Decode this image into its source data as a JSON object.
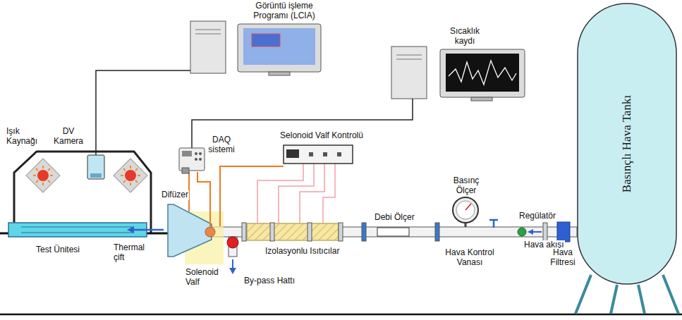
{
  "diagram": {
    "nodes": [
      {
        "text": [
          "Görüntü işleme Programı (LCIA)"
        ]
      },
      {
        "text": [
          "Sıcaklık kaydı"
        ]
      },
      {
        "text": [
          "Basınçlı Hava Tankı"
        ]
      },
      {
        "text": [
          "DV Kamera"
        ]
      },
      {
        "text": [
          "DAQ sistemi"
        ]
      },
      {
        "text": [
          "Selonoid Valf Kontrolü"
        ]
      }
    ],
    "edges": [
      {
        "from": 0,
        "to": 3,
        "arrow": "none"
      },
      {
        "from": 1,
        "to": 4,
        "arrow": "none"
      }
    ],
    "labels": [
      "Işık Kaynağı",
      "Difüzer",
      "Izolasyonlu Isıtıcılar",
      "Debi Ölçer",
      "Basınç Ölçer",
      "Regülatör",
      "Hava akışı",
      "Hava Filtresi",
      "Test Ünitesi",
      "Thermal çift",
      "Solenoid Valf",
      "By-pass Hattı",
      "Hava Kontrol Vanası"
    ]
  }
}
